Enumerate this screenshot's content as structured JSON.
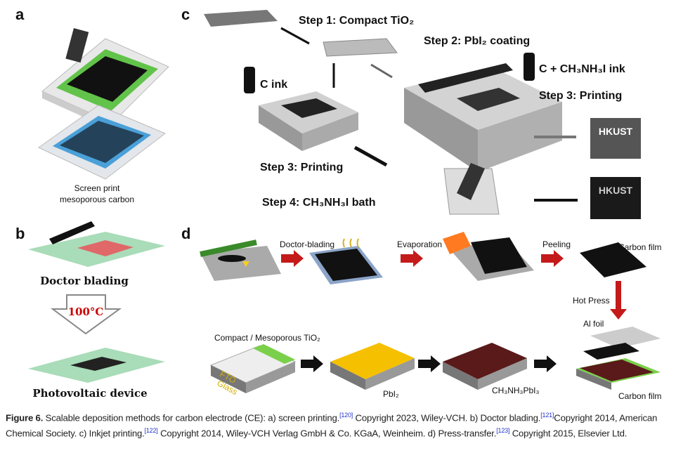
{
  "panels": {
    "a": {
      "label": "a",
      "caption_line1": "Screen print",
      "caption_line2": "mesoporous carbon"
    },
    "b": {
      "label": "b",
      "doctor_blading": "Doctor blading",
      "temperature": "100°C",
      "photovoltaic": "Photovoltaic device"
    },
    "c": {
      "label": "c",
      "step1": "Step 1: Compact TiO₂",
      "step2": "Step 2: PbI₂ coating",
      "c_ink": "C  ink",
      "c_mai_ink": "C + CH₃NH₃I  ink",
      "step3_right": "Step 3: Printing",
      "step3_left": "Step 3: Printing",
      "step4": "Step 4: CH₃NH₃I bath",
      "sample_label_1": "HKUST",
      "sample_label_2": "HKUST"
    },
    "d": {
      "label": "d",
      "doctor_blading": "Doctor-blading",
      "evaporation": "Evaporation",
      "peeling": "Peeling",
      "carbon_film_top": "Carbon film",
      "hot_press": "Hot Press",
      "al_foil": "Al foil",
      "compact_meso": "Compact / Mesoporous TiO₂",
      "fto": "FTO",
      "glass": "Glass",
      "pbi2": "PbI₂",
      "mapbi3": "CH₃NH₃PbI₃",
      "carbon_film_bottom": "Carbon film"
    }
  },
  "caption": {
    "figure": "Figure 6.",
    "t1": " Scalable deposition methods for carbon electrode (CE): a) screen printing.",
    "r1": "[120]",
    "t2": " Copyright 2023, Wiley-VCH. b) Doctor blading.",
    "r2": "[121]",
    "t3": "Copyright 2014, American Chemical Society. c) Inkjet printing.",
    "r3": "[122]",
    "t4": " Copyright 2014, Wiley-VCH Verlag GmbH & Co. KGaA, Weinheim. d) Press-transfer.",
    "r4": "[123]",
    "t5": " Copyright 2015, Elsevier Ltd."
  }
}
